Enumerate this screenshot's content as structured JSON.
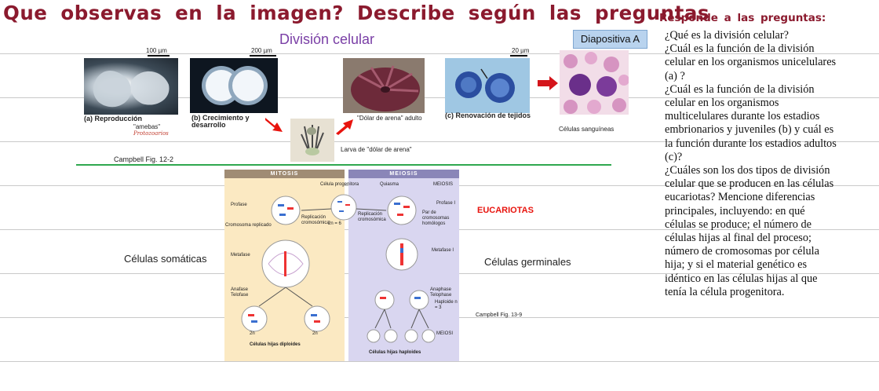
{
  "header": {
    "title": "Que observas en la imagen? Describe según las preguntas",
    "subtitle": "Responde a las preguntas:"
  },
  "slide": {
    "title": "División celular",
    "badge": "Diapositiva A",
    "source_top": "Campbell Fig. 12-2",
    "source_bottom": "Campbell Fig. 13-9",
    "scale_100": "100 µm",
    "scale_200": "200 µm",
    "scale_20": "20 µm",
    "caption_a": "(a) Reproducción",
    "caption_a_sub": "\"amebas\"",
    "caption_a_note": "Protozoarios",
    "caption_b": "(b) Crecimiento y desarrollo",
    "caption_dolar_adulto": "\"Dólar de arena\" adulto",
    "caption_larva": "Larva de \"dólar de arena\"",
    "caption_c": "(c) Renovación de tejidos",
    "caption_sangre": "Células sanguíneas",
    "eucariotas": "EUCARIOTAS",
    "somaticas": "Células somáticas",
    "germinales": "Células germinales",
    "diagram": {
      "mitosis": "MITOSIS",
      "meiosis": "MEIOSIS",
      "celula_progenitora": "Célula progenitora",
      "quiasma": "Quiasma",
      "meiosis_i": "MEIOSIS",
      "profase": "Profase",
      "profase_i": "Profase I",
      "cromosoma_replicado": "Cromosoma replicado",
      "replicacion": "Replicación cromosómica",
      "replicacion_b": "Replicación cromosómica",
      "two_n": "2n = 6",
      "par_homologos": "Par de cromosomas homólogos",
      "metafase": "Metafase",
      "metafase_i": "Metafase I",
      "anafase": "Anafase Telofase",
      "anaphase_ii": "Anaphase Telophase",
      "haploide": "Haploide n = 3",
      "meiosis_ii": "MEIOSI",
      "n2a": "2n",
      "n2b": "2n",
      "hijas_diploides": "Células hijas diploides",
      "hijas_haploides": "Células hijas haploides",
      "n": "n"
    }
  },
  "questions": [
    "¿Qué es la división celular?",
    "¿Cuál es la función de la división celular en los organismos unicelulares (a) ?",
    "¿Cuál es la función de la división celular en los organismos multicelulares durante los estadios embrionarios y juveniles (b) y cuál es la función durante los estadios adultos (c)?",
    "¿Cuáles son los dos tipos de división celular que se producen en las células eucariotas? Mencione diferencias principales, incluyendo: en qué células se produce; el número de células hijas al final del proceso; número de cromosomas por célula hija; y si el material genético es idéntico en las células hijas al que tenía la célula progenitora."
  ],
  "colors": {
    "title_red": "#8b1a2e",
    "slide_title_purple": "#7a3fa6",
    "arrow_red": "#e8140e",
    "divider_green": "#2fa84f",
    "mitosis_panel": "#fbe9c2",
    "meiosis_panel": "#d9d6f0"
  }
}
